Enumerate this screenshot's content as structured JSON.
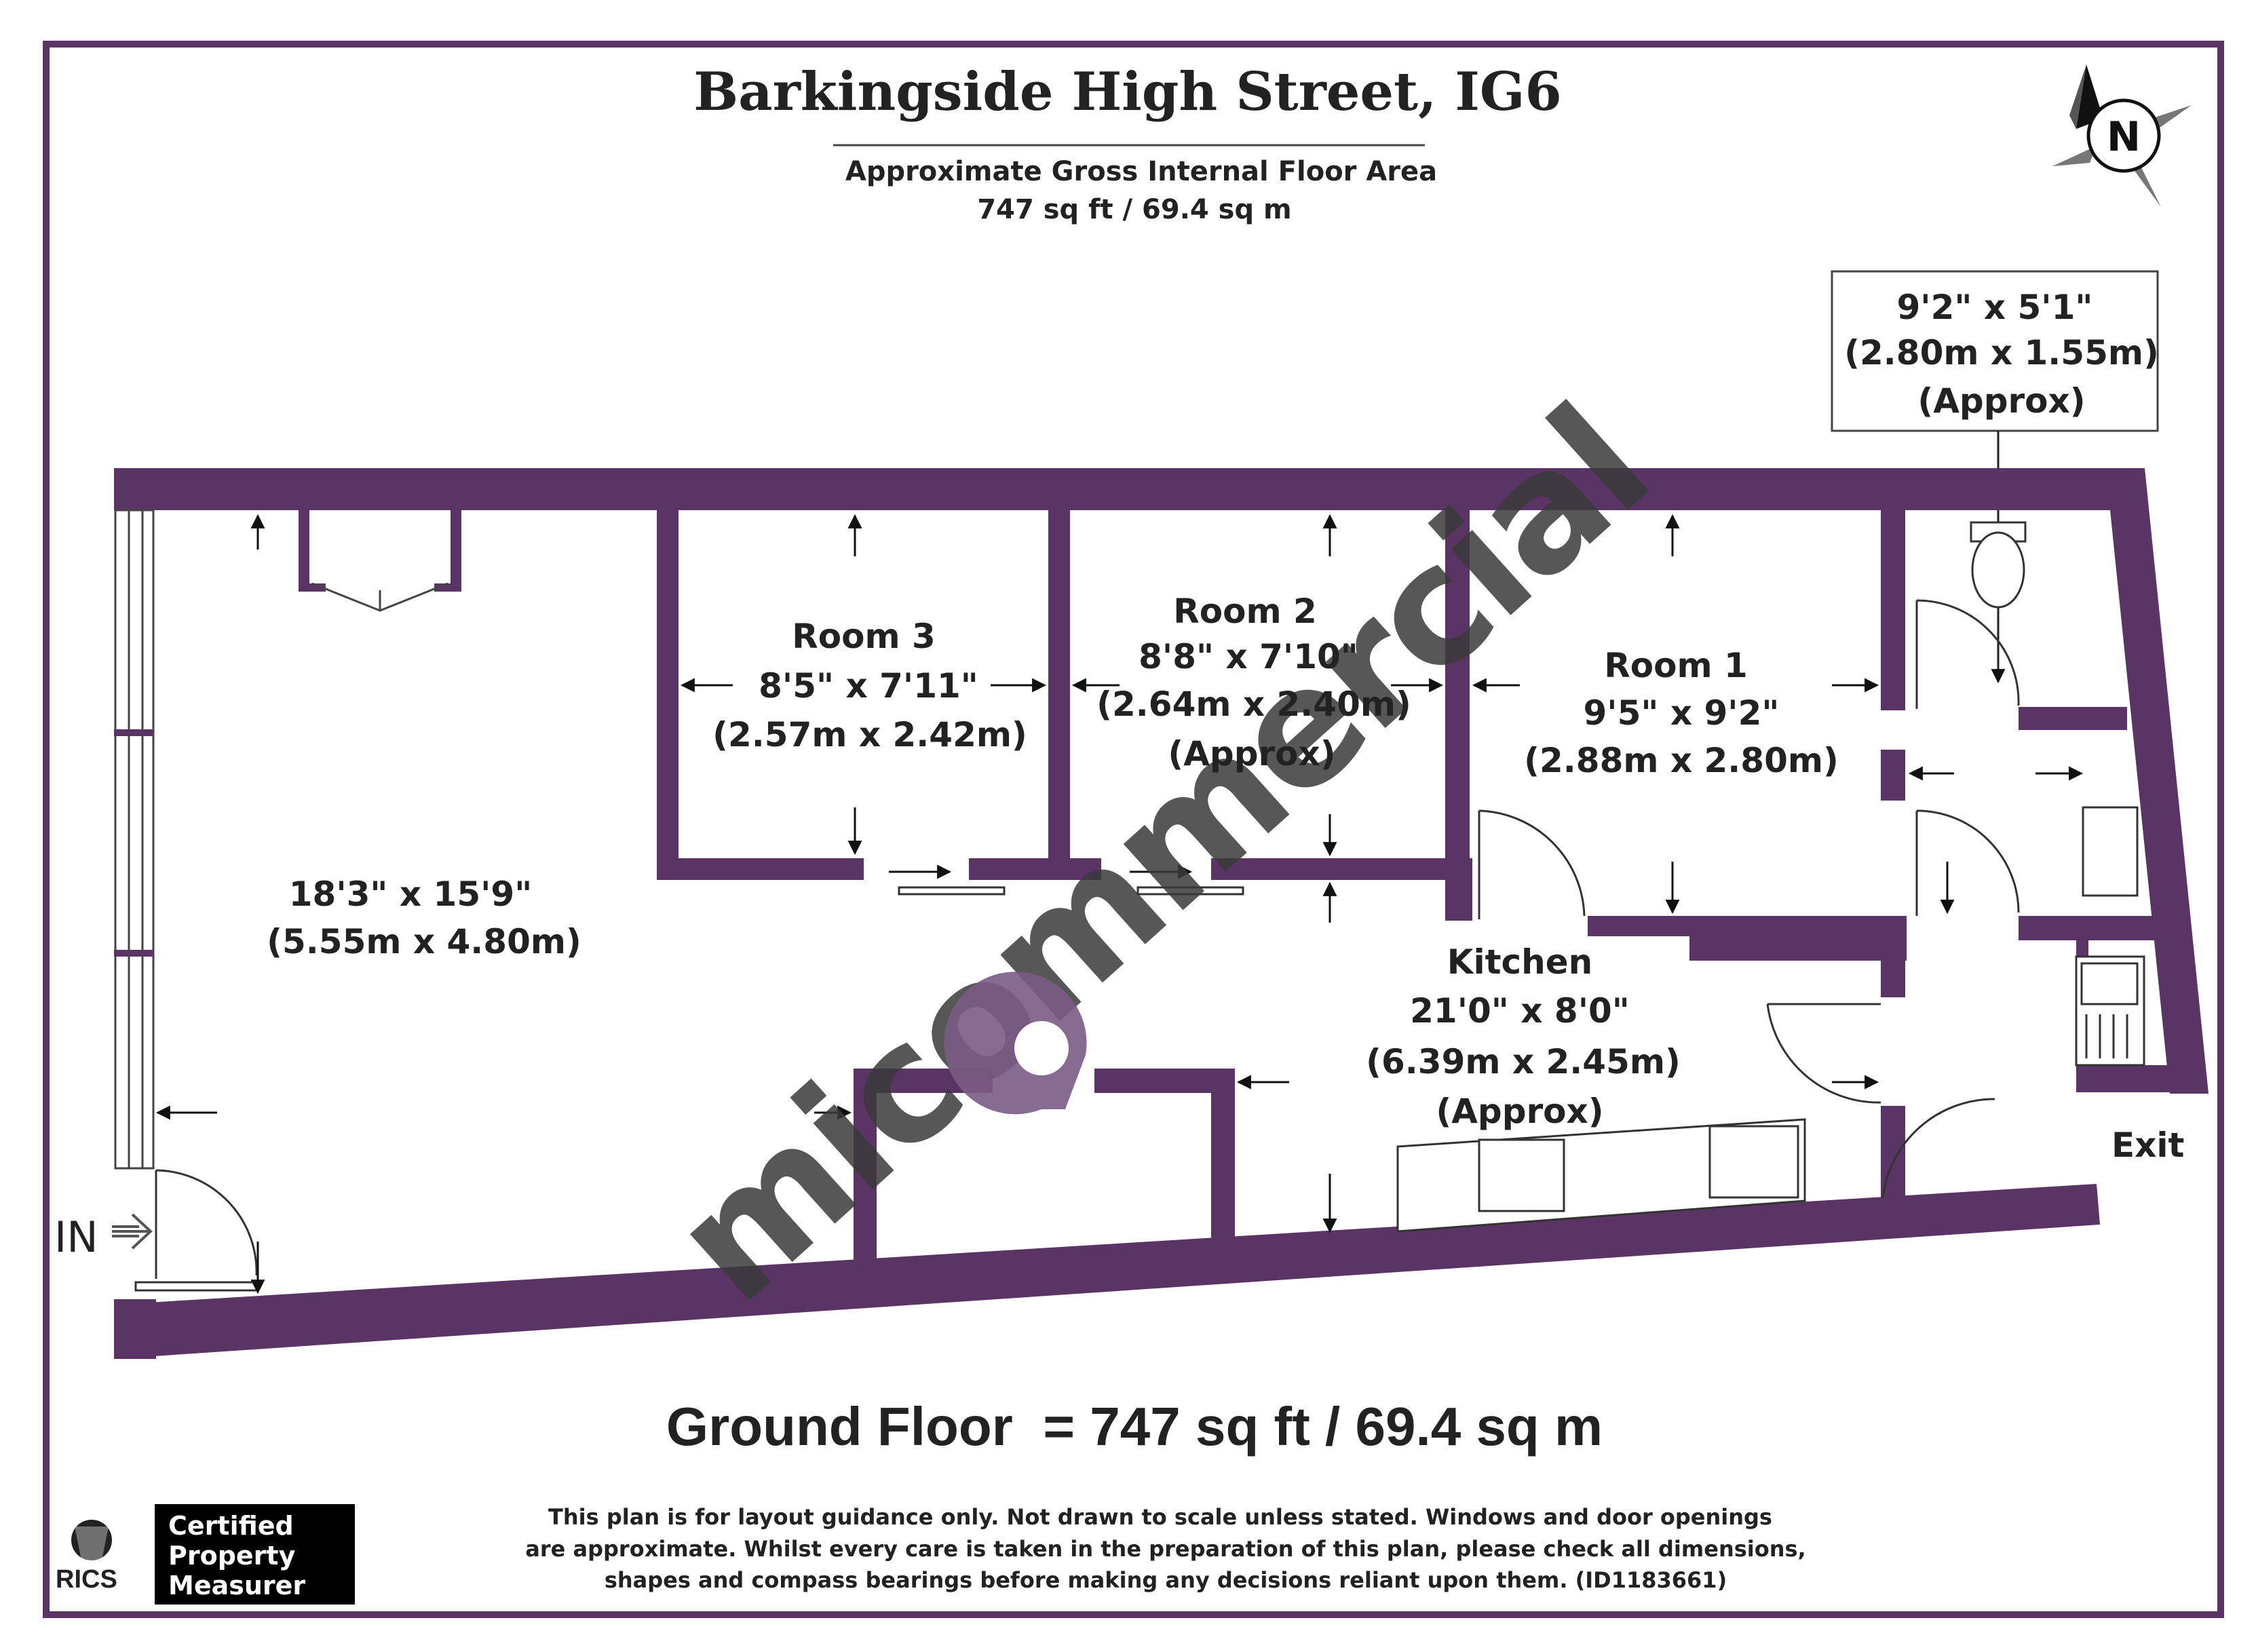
{
  "header": {
    "title": "Barkingside High Street, IG6",
    "area_label": "Approximate Gross Internal Floor Area",
    "area_value": "747 sq ft / 69.4 sq m"
  },
  "compass": {
    "letter": "N"
  },
  "rooms": {
    "main": {
      "dim_imperial": "18'3\" x 15'9\"",
      "dim_metric": "(5.55m x 4.80m)"
    },
    "room3": {
      "name": "Room 3",
      "dim_imperial": "8'5\" x 7'11\"",
      "dim_metric": "(2.57m x 2.42m)"
    },
    "room2": {
      "name": "Room 2",
      "dim_imperial": "8'8\" x 7'10\"",
      "dim_metric": "(2.64m x 2.40m)",
      "note": "(Approx)"
    },
    "room1": {
      "name": "Room 1",
      "dim_imperial": "9'5\" x 9'2\"",
      "dim_metric": "(2.88m x 2.80m)"
    },
    "kitchen": {
      "name": "Kitchen",
      "dim_imperial": "21'0\" x 8'0\"",
      "dim_metric": "(6.39m x 2.45m)",
      "note": "(Approx)"
    },
    "wc": {
      "dim_imperial": "9'2\" x 5'1\"",
      "dim_metric": "(2.80m x 1.55m)",
      "note": "(Approx)"
    }
  },
  "labels": {
    "entrance": "IN",
    "exit": "Exit"
  },
  "watermark": {
    "brand": "micommercial"
  },
  "footer": {
    "total": "Ground Floor  = 747 sq ft / 69.4 sq m",
    "disclaimer_line1": "This plan is for layout guidance only. Not drawn to scale unless stated. Windows and door openings",
    "disclaimer_line2": "are approximate. Whilst every care is taken in the preparation of this plan, please check all dimensions,",
    "disclaimer_line3": "shapes and compass bearings before making any decisions reliant upon them. (ID1183661)",
    "rics_label": "RICS",
    "cert_line1": "Certified",
    "cert_line2": "Property",
    "cert_line3": "Measurer"
  },
  "colors": {
    "wall": "#5a3464",
    "frame": "#5a3464",
    "watermark_dark": "#3a3a3a",
    "watermark_accent": "#7b5b84"
  }
}
